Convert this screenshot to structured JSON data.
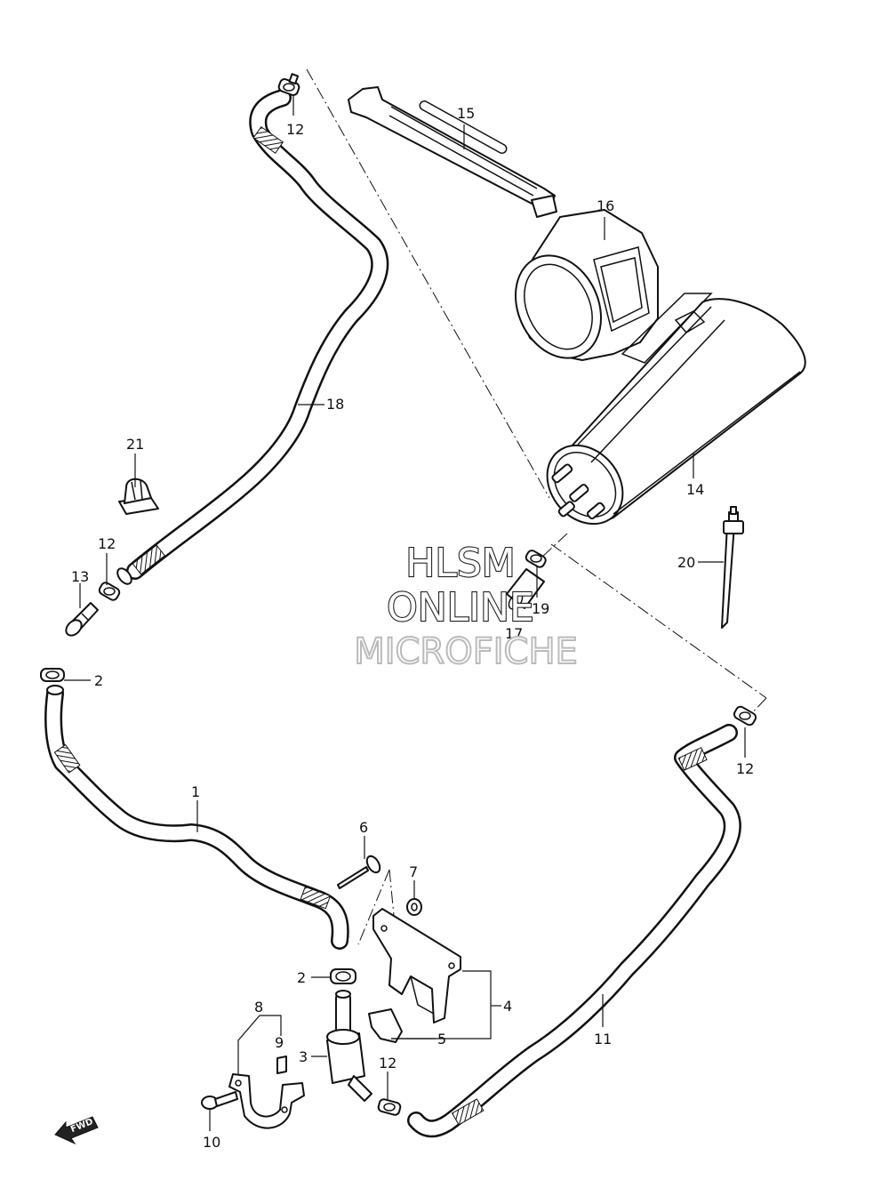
{
  "watermark": {
    "line1": "HLSM",
    "line2": "ONLINE",
    "line3": "MICROFICHE"
  },
  "direction_indicator": "FWD",
  "callouts": [
    {
      "id": "c12a",
      "label": "12"
    },
    {
      "id": "c15",
      "label": "15"
    },
    {
      "id": "c16",
      "label": "16"
    },
    {
      "id": "c18",
      "label": "18"
    },
    {
      "id": "c21",
      "label": "21"
    },
    {
      "id": "c14",
      "label": "14"
    },
    {
      "id": "c12b",
      "label": "12"
    },
    {
      "id": "c13",
      "label": "13"
    },
    {
      "id": "c20",
      "label": "20"
    },
    {
      "id": "c19",
      "label": "19"
    },
    {
      "id": "c17",
      "label": "17"
    },
    {
      "id": "c2a",
      "label": "2"
    },
    {
      "id": "c12c",
      "label": "12"
    },
    {
      "id": "c1",
      "label": "1"
    },
    {
      "id": "c6",
      "label": "6"
    },
    {
      "id": "c7",
      "label": "7"
    },
    {
      "id": "c2b",
      "label": "2"
    },
    {
      "id": "c4",
      "label": "4"
    },
    {
      "id": "c8",
      "label": "8"
    },
    {
      "id": "c9",
      "label": "9"
    },
    {
      "id": "c3",
      "label": "3"
    },
    {
      "id": "c5",
      "label": "5"
    },
    {
      "id": "c11",
      "label": "11"
    },
    {
      "id": "c12d",
      "label": "12"
    },
    {
      "id": "c10",
      "label": "10"
    }
  ]
}
